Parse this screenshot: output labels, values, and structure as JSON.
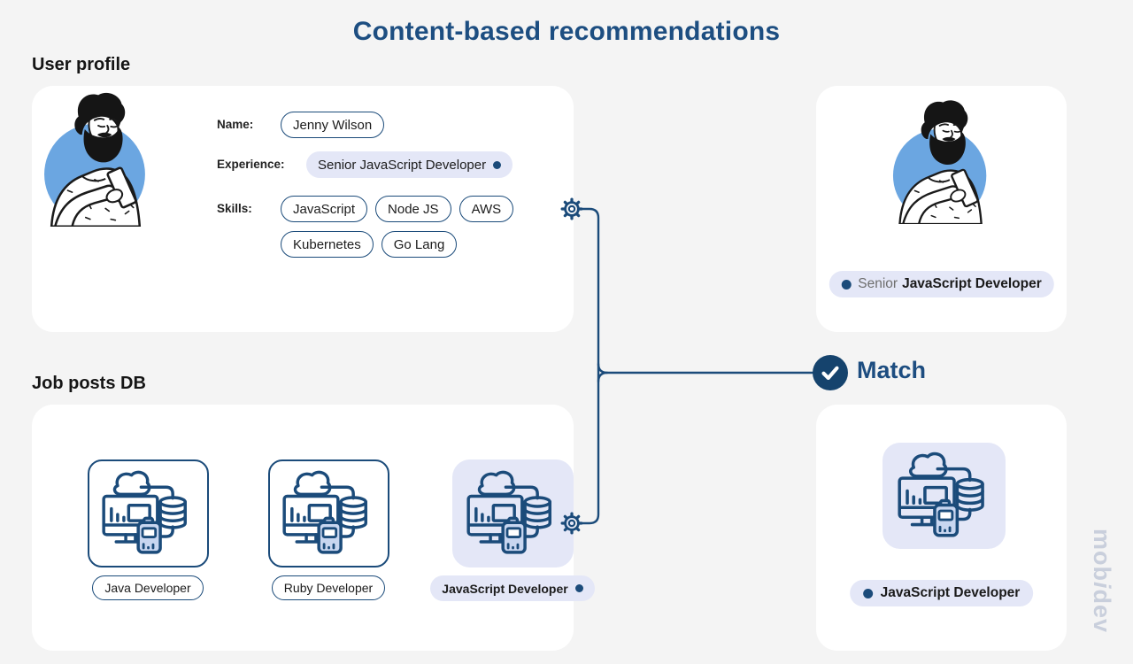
{
  "page": {
    "title": "Content-based recommendations",
    "watermark": {
      "pre": "mob",
      "i": "i",
      "post": "dev"
    }
  },
  "colors": {
    "navy_line": "#1b4b7a",
    "title_blue": "#1d4e81",
    "match_circle": "#15436d",
    "pill_lavender": "#e4e7f7",
    "avatar_circle_blue": "#6ba6e1",
    "clipboard_blue": "#c8d6f0",
    "watermark_gray": "#c9cfdc",
    "background": "#f4f4f4"
  },
  "icons": {
    "gear": "gear-icon",
    "check": "check-icon",
    "job_post": "cloud-monitor-database-clipboard-icon",
    "avatar": "bearded-man-with-phone-illustration"
  },
  "user_profile": {
    "heading": "User profile",
    "name_label": "Name:",
    "name_value": "Jenny Wilson",
    "experience_label": "Experience:",
    "experience_value": "Senior JavaScript Developer",
    "skills_label": "Skills:",
    "skills": [
      "JavaScript",
      "Node JS",
      "AWS",
      "Kubernetes",
      "Go Lang"
    ]
  },
  "matched_profile": {
    "prefix": "Senior",
    "title": "JavaScript Developer"
  },
  "match": {
    "label": "Match"
  },
  "job_posts": {
    "heading": "Job posts DB",
    "items": [
      {
        "label": "Java Developer",
        "highlighted": false
      },
      {
        "label": "Ruby Developer",
        "highlighted": false
      },
      {
        "label": "JavaScript Developer",
        "highlighted": true
      }
    ]
  },
  "matched_job": {
    "label": "JavaScript Developer"
  }
}
